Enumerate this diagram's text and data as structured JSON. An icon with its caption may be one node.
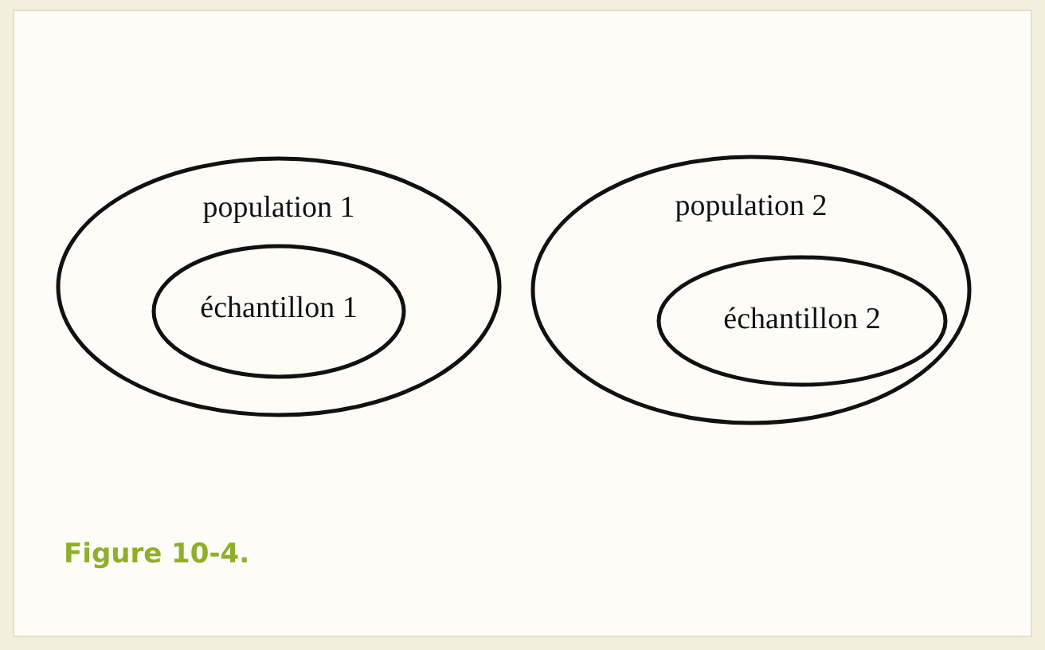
{
  "diagram": {
    "caption": "Figure 10-4.",
    "nodes": [
      {
        "text": [
          "population 1"
        ]
      },
      {
        "text": [
          "échantillon 1"
        ],
        "in": 0
      },
      {
        "text": [
          "population 2"
        ]
      },
      {
        "text": [
          "échantillon 2"
        ],
        "in": 2
      }
    ]
  }
}
